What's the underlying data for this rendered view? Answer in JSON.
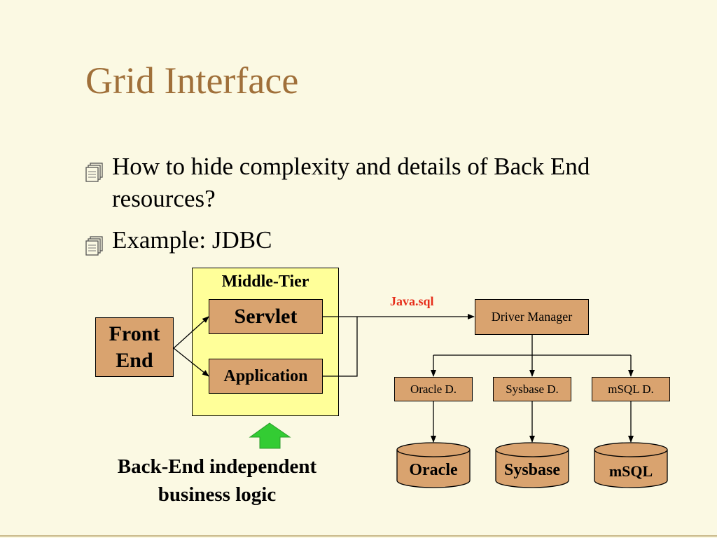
{
  "slide": {
    "title": "Grid Interface",
    "bullets": [
      {
        "icon": "notepad-bullet-icon",
        "text": "How to hide complexity and details of Back End resources?"
      },
      {
        "icon": "notepad-bullet-icon",
        "text": "Example: JDBC"
      }
    ]
  },
  "diagram": {
    "front_end": "Front End",
    "middle_tier": {
      "label": "Middle-Tier",
      "servlet": "Servlet",
      "application": "Application"
    },
    "java_sql": "Java.sql",
    "driver_manager": "Driver Manager",
    "drivers": [
      "Oracle D.",
      "Sysbase D.",
      "mSQL D."
    ],
    "databases": [
      "Oracle",
      "Sysbase",
      "mSQL"
    ],
    "arrow_icon": "up-arrow-icon",
    "caption": "Back-End independent business logic",
    "colors": {
      "background": "#FBF9E3",
      "title": "#A0703A",
      "box_fill": "#D9A36F",
      "middle_tier_fill": "#FFFF99",
      "java_sql_text": "#E62E1B",
      "up_arrow": "#33CC33"
    }
  }
}
